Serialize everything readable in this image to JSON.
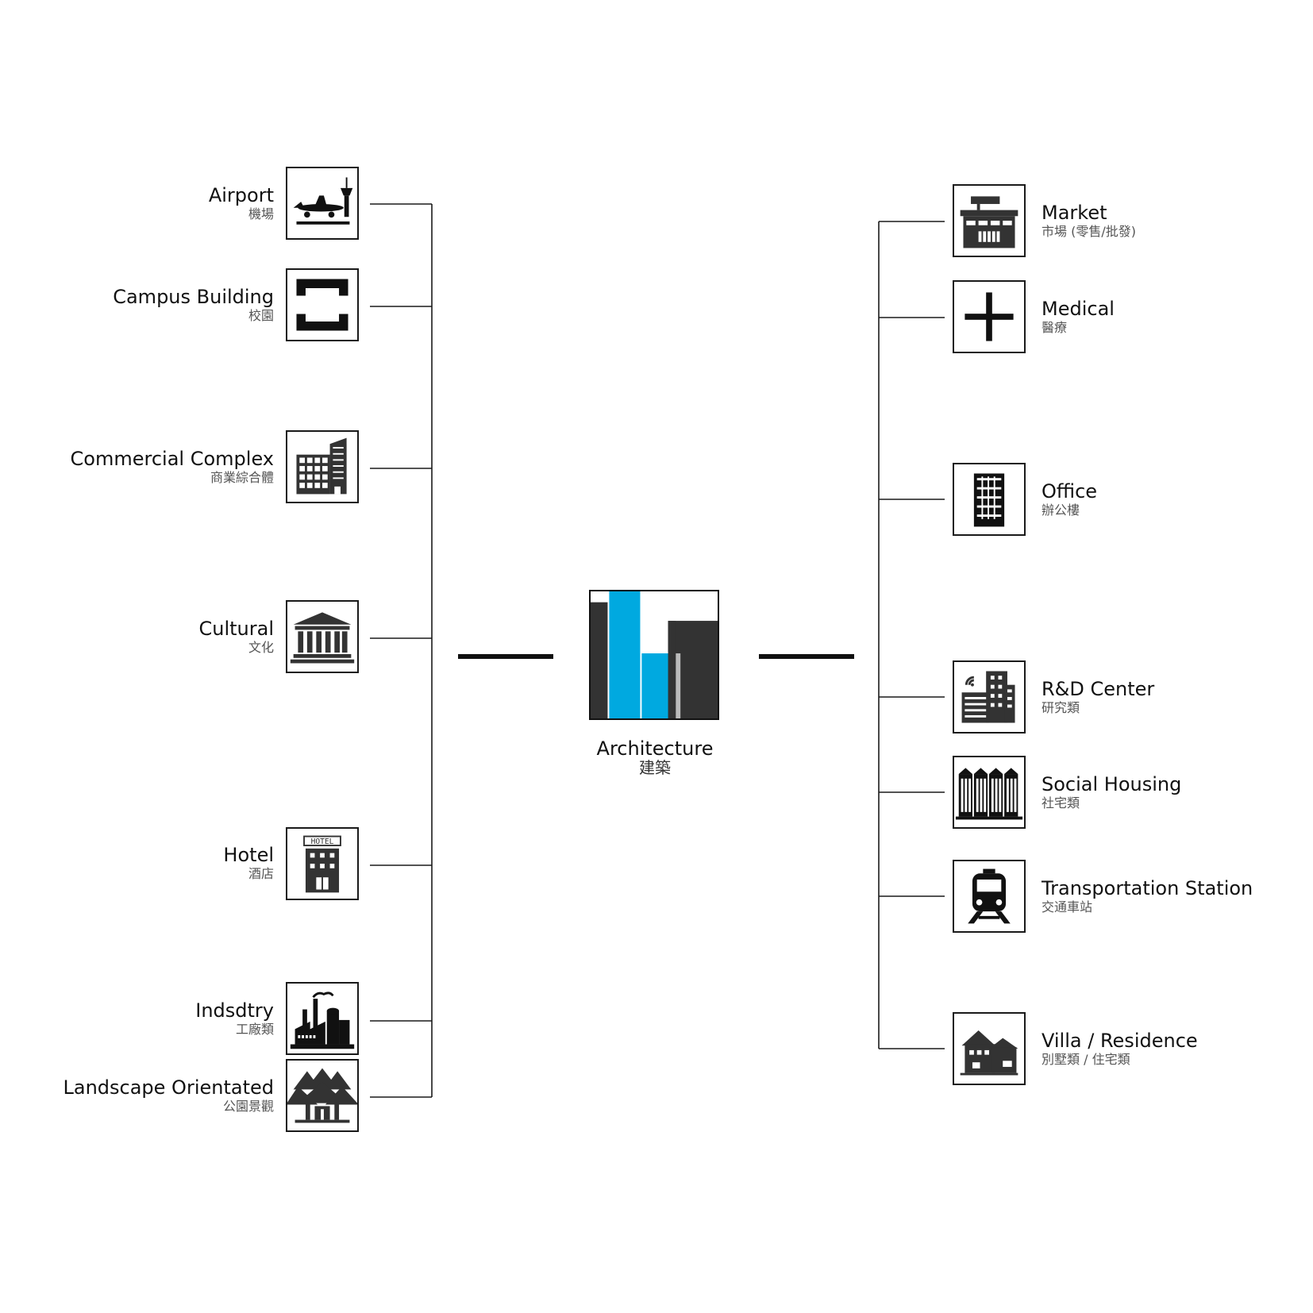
{
  "center": {
    "label_en": "Architecture",
    "label_zh": "建築"
  },
  "left": [
    {
      "en": "Airport",
      "zh": "機場",
      "icon": "airport-icon"
    },
    {
      "en": "Campus Building",
      "zh": "校園",
      "icon": "campus-icon"
    },
    {
      "en": "Commercial Complex",
      "zh": "商業綜合體",
      "icon": "commercial-building-icon"
    },
    {
      "en": "Cultural",
      "zh": "文化",
      "icon": "museum-icon"
    },
    {
      "en": "Hotel",
      "zh": "酒店",
      "icon": "hotel-icon"
    },
    {
      "en": "Indsdtry",
      "zh": "工廠類",
      "icon": "factory-icon"
    },
    {
      "en": "Landscape Orientated",
      "zh": "公園景觀",
      "icon": "landscape-pavilion-icon"
    }
  ],
  "right": [
    {
      "en": "Market",
      "zh": "市場 (零售/批發)",
      "icon": "market-icon"
    },
    {
      "en": "Medical",
      "zh": "醫療",
      "icon": "medical-cross-icon"
    },
    {
      "en": "Office",
      "zh": "辦公樓",
      "icon": "office-tower-icon"
    },
    {
      "en": "R&D Center",
      "zh": "研究類",
      "icon": "research-center-icon"
    },
    {
      "en": "Social Housing",
      "zh": "社宅類",
      "icon": "social-housing-icon"
    },
    {
      "en": "Transportation Station",
      "zh": "交通車站",
      "icon": "train-icon"
    },
    {
      "en": "Villa / Residence",
      "zh": "別墅類 / 住宅類",
      "icon": "villa-icon"
    }
  ],
  "colors": {
    "line": "#1a1a1a",
    "icon_fill": "#333333",
    "accent": "#00a9e0"
  }
}
